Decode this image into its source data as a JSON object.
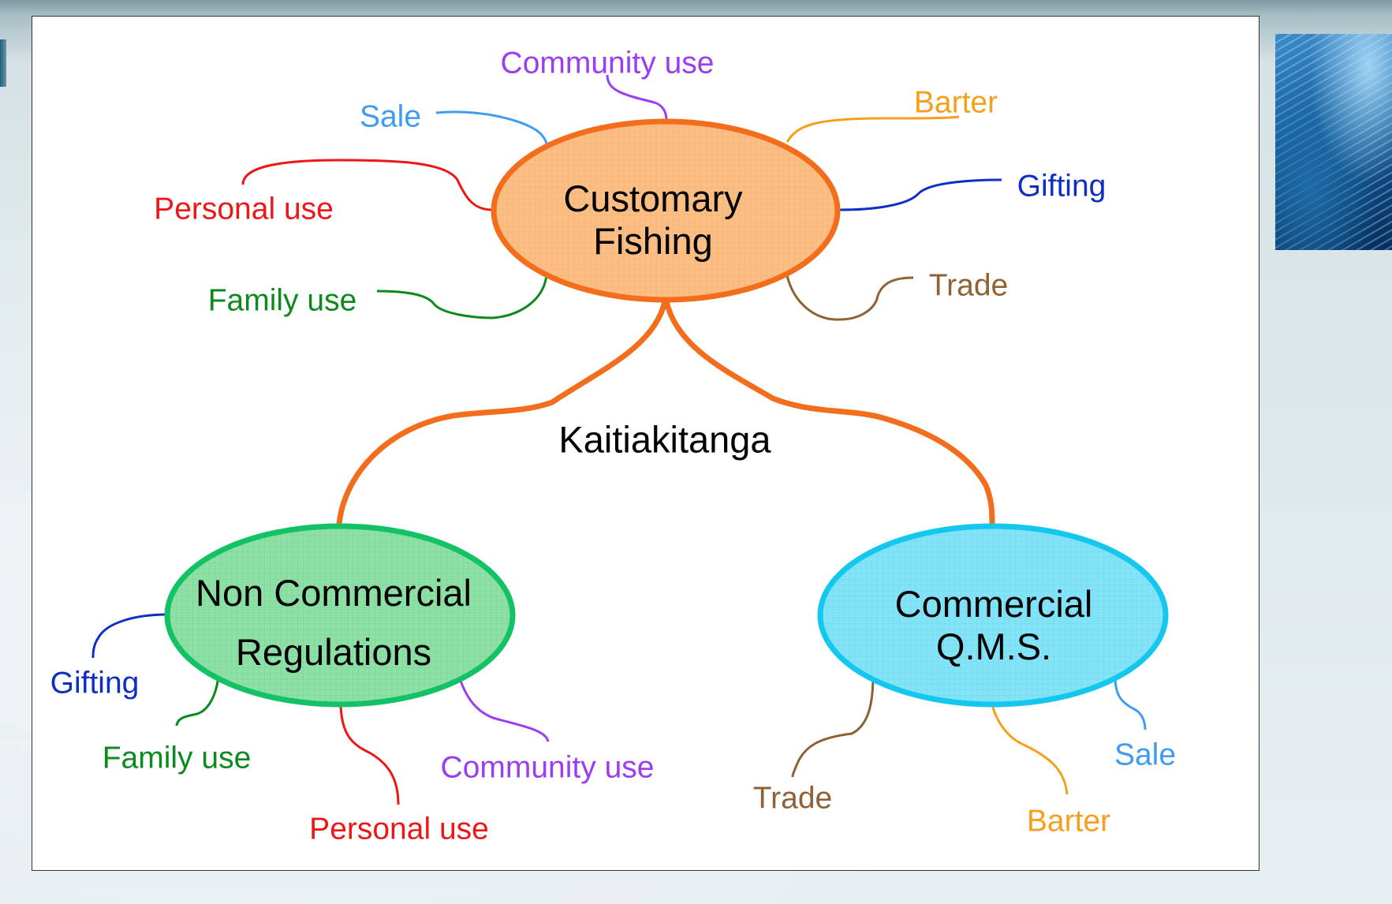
{
  "colors": {
    "orange_branch": "#f26d1c",
    "customary_fill": "#fbbf86",
    "non_commercial_fill": "#8fe0a6",
    "non_commercial_stroke": "#12c264",
    "commercial_fill": "#85e3f7",
    "commercial_stroke": "#13c7ef",
    "sale": "#3f9cf0",
    "community_use": "#9b3df0",
    "barter": "#f5a01d",
    "gifting": "#0f2fc4",
    "trade": "#8f6236",
    "personal_use": "#ec1818",
    "family_use": "#0d8a1e"
  },
  "center_label": "Kaitiakitanga",
  "nodes": {
    "customary": {
      "line1": "Customary",
      "line2": "Fishing"
    },
    "non_commercial": {
      "line1": "Non Commercial",
      "line2": "Regulations"
    },
    "commercial": {
      "line1": "Commercial",
      "line2": "Q.M.S."
    }
  },
  "customary_branches": {
    "community_use": "Community use",
    "sale": "Sale",
    "barter": "Barter",
    "personal_use": "Personal use",
    "gifting": "Gifting",
    "family_use": "Family use",
    "trade": "Trade"
  },
  "non_commercial_branches": {
    "gifting": "Gifting",
    "family_use": "Family use",
    "community_use": "Community use",
    "personal_use": "Personal use"
  },
  "commercial_branches": {
    "trade": "Trade",
    "sale": "Sale",
    "barter": "Barter"
  }
}
